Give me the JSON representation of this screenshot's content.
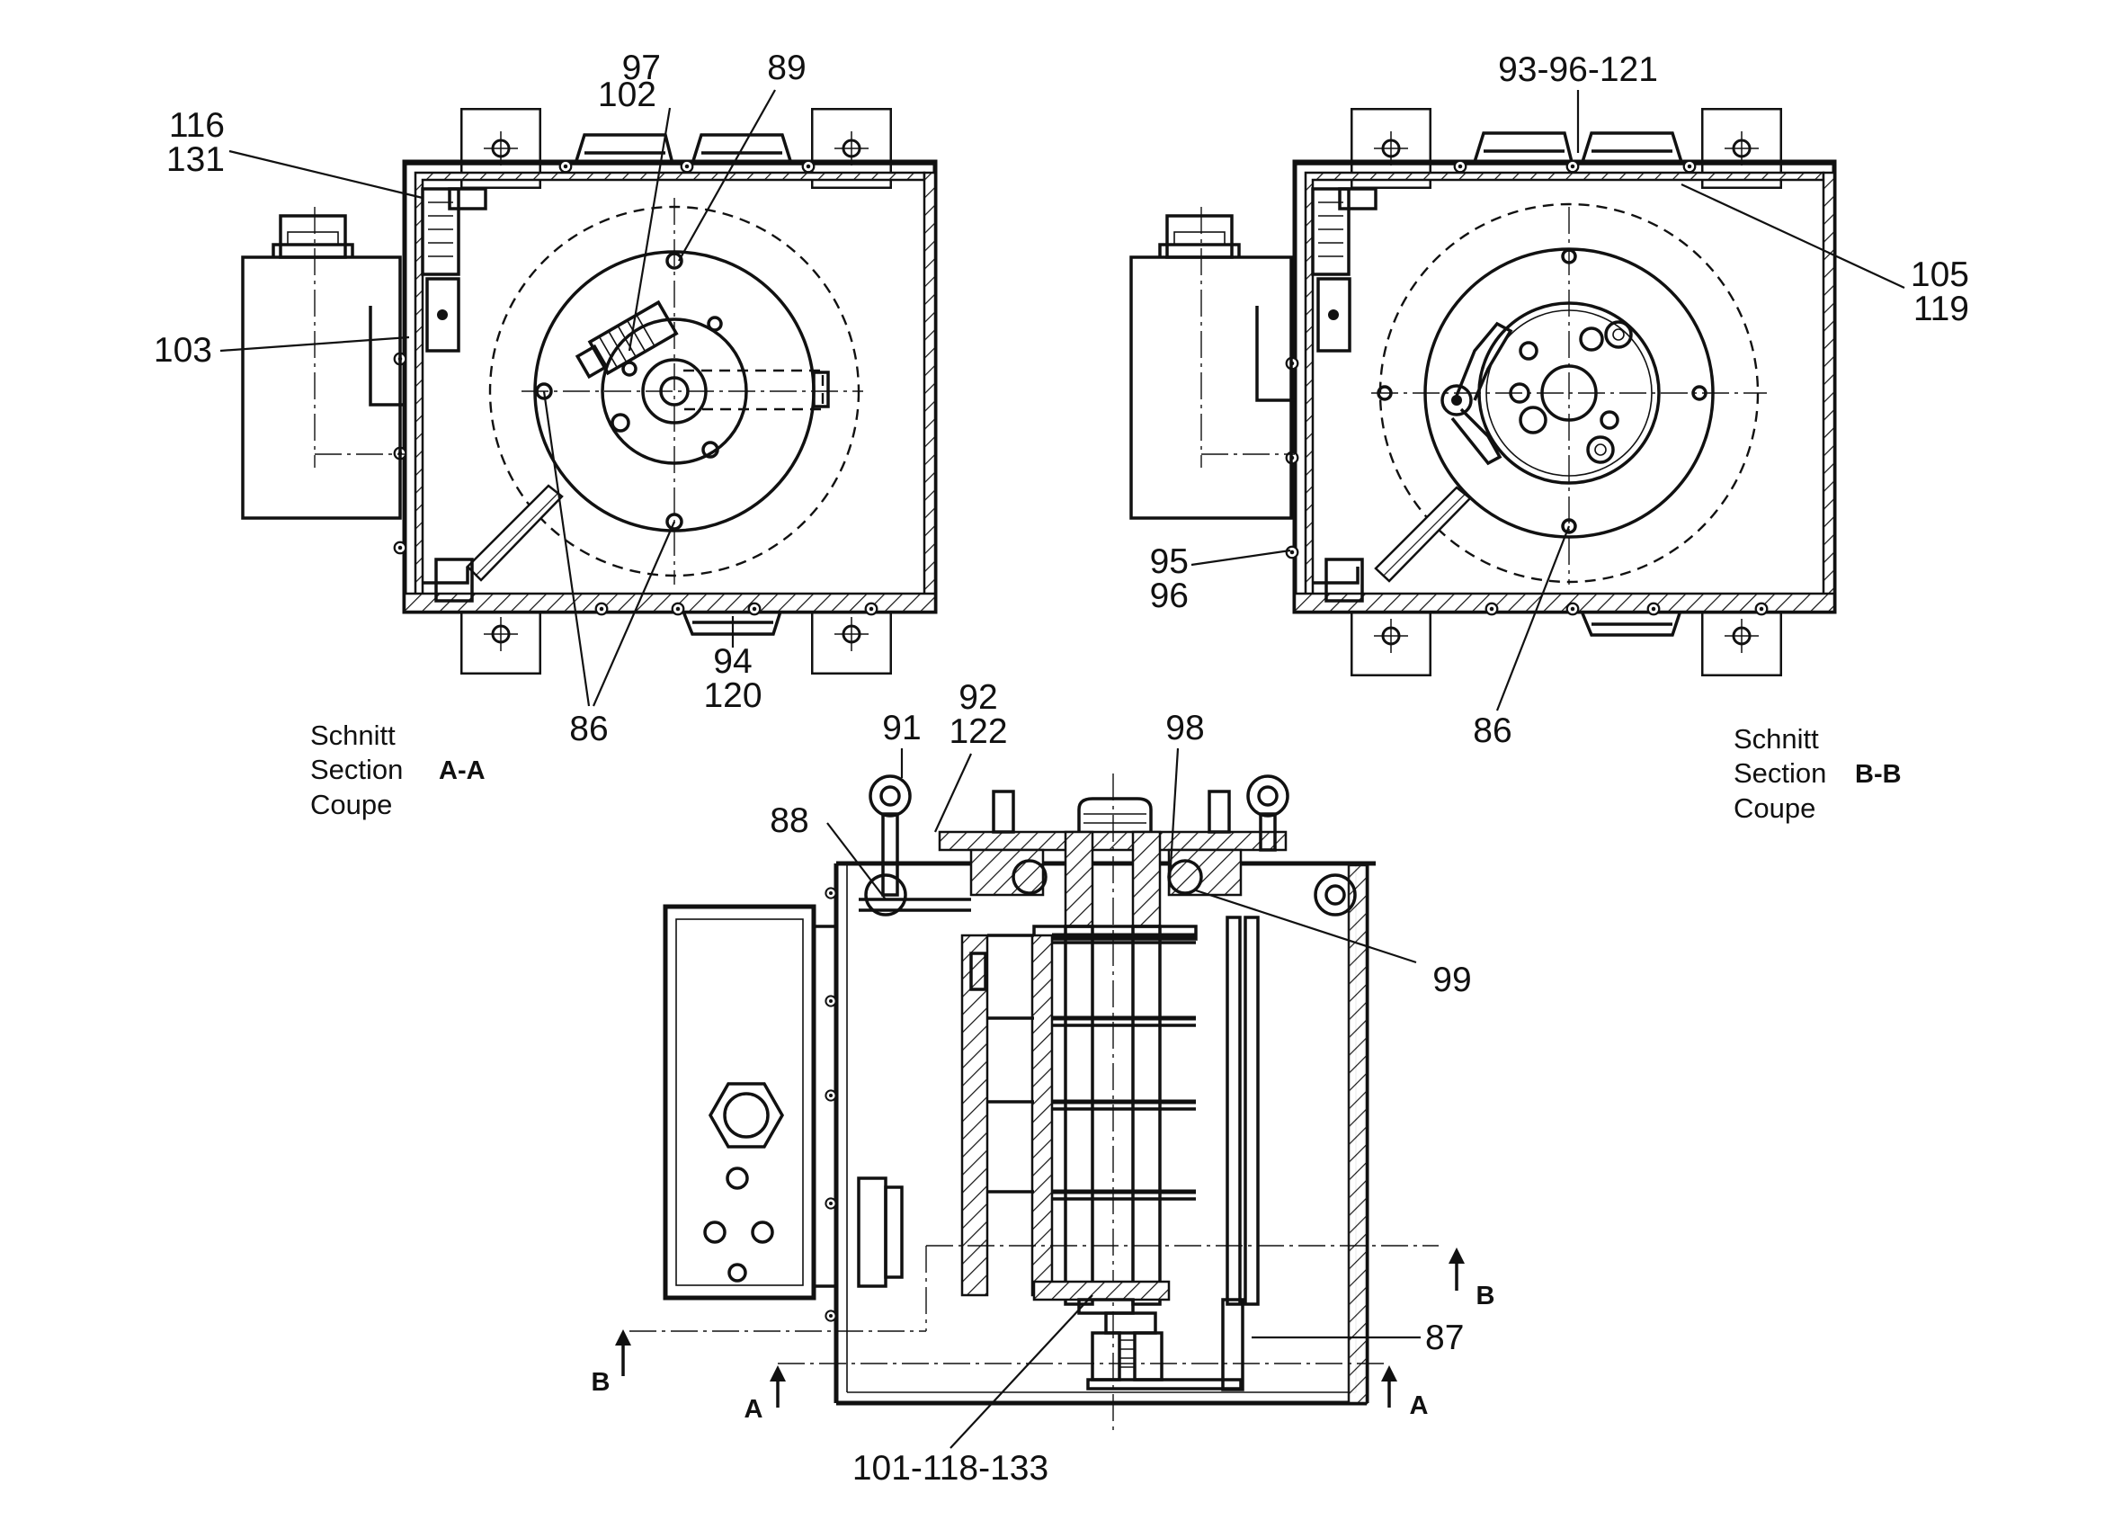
{
  "section_aa": {
    "label_lines": [
      "Schnitt",
      "Section",
      "Coupe"
    ],
    "designation": "A-A",
    "callouts": {
      "c97": "97",
      "c102": "102",
      "c89": "89",
      "c116": "116",
      "c131": "131",
      "c103": "103",
      "c94": "94",
      "c120": "120",
      "c86": "86"
    }
  },
  "section_bb": {
    "label_lines": [
      "Schnitt",
      "Section",
      "Coupe"
    ],
    "designation": "B-B",
    "callouts": {
      "c93": "93-96-121",
      "c105": "105",
      "c119": "119",
      "c95": "95",
      "c96": "96",
      "c86": "86"
    }
  },
  "front_view": {
    "callouts": {
      "c91": "91",
      "c92": "92",
      "c122": "122",
      "c98": "98",
      "c88": "88",
      "c99": "99",
      "c87": "87",
      "c101": "101-118-133"
    },
    "cut_marks": {
      "b_left": "B",
      "b_right": "B",
      "a_left": "A",
      "a_right": "A"
    }
  }
}
